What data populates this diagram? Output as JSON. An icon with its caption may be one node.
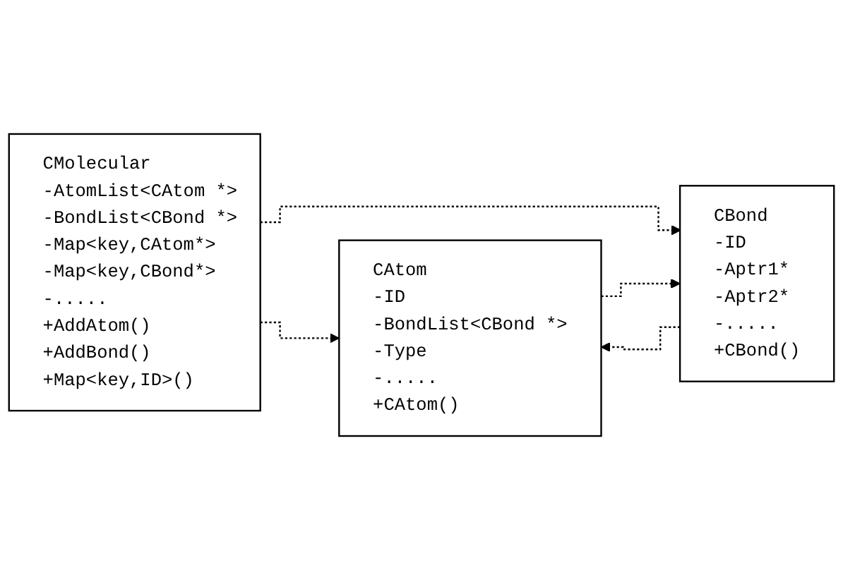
{
  "diagram": {
    "nodes": [
      {
        "text": [
          "CMolecular",
          "-AtomList<CAtom *>",
          "-BondList<CBond *>",
          "-Map<key,CAtom*>",
          "-Map<key,CBond*>",
          "-.....",
          "+AddAtom()",
          "+AddBond()",
          "+Map<key,ID>()"
        ]
      },
      {
        "text": [
          "CAtom",
          "-ID",
          "-BondList<CBond *>",
          "-Type",
          "-.....",
          "+CAtom()"
        ]
      },
      {
        "text": [
          "CBond",
          "-ID",
          "-Aptr1*",
          "-Aptr2*",
          "-.....",
          "+CBond()"
        ]
      }
    ],
    "edges": [
      {
        "from": 0,
        "to": 1,
        "arrow": "to",
        "style": "dashed"
      },
      {
        "from": 0,
        "to": 2,
        "arrow": "to",
        "style": "dashed"
      },
      {
        "from": 1,
        "to": 2,
        "arrow": "to",
        "style": "dashed"
      },
      {
        "from": 2,
        "to": 1,
        "arrow": "to",
        "style": "dashed"
      }
    ]
  }
}
